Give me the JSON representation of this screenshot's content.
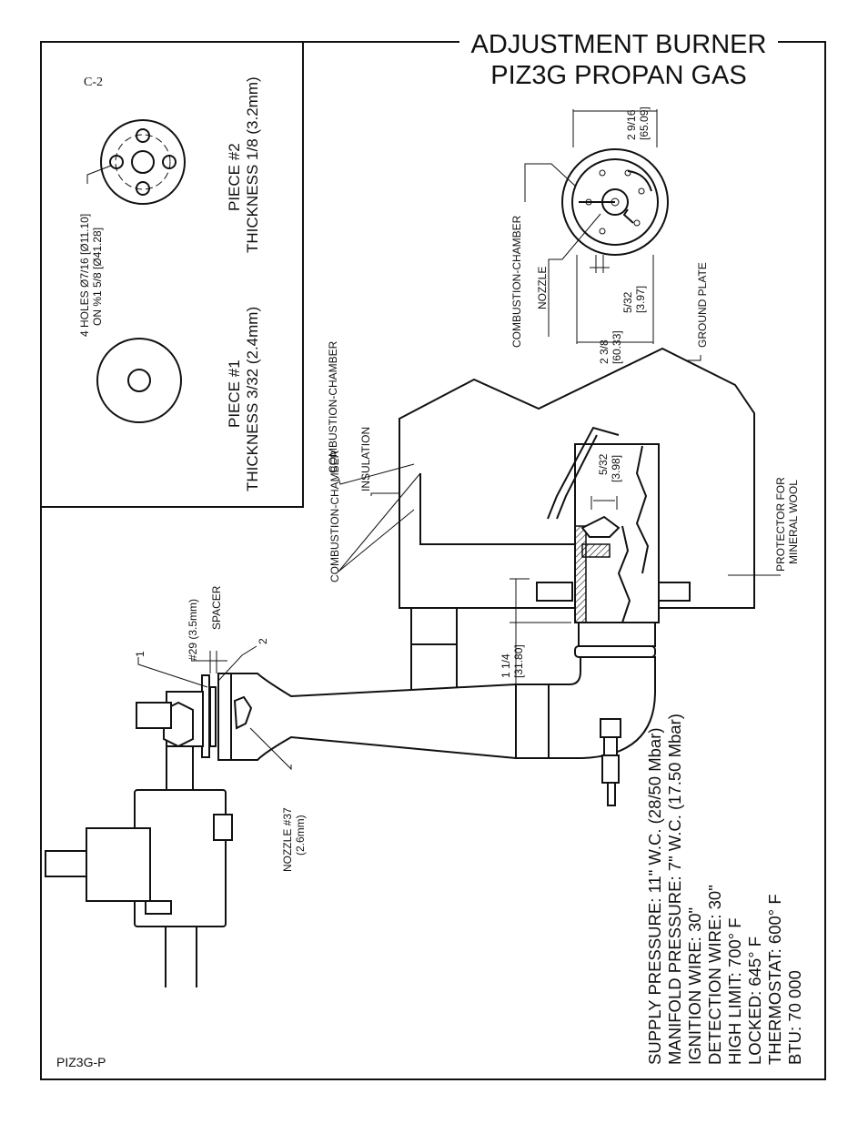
{
  "title": {
    "line1": "ADJUSTMENT BURNER",
    "line2": "PIZ3G PROPAN GAS"
  },
  "ref": "C-2",
  "model_code": "PIZ3G-P",
  "inset": {
    "holes_line1": "4 HOLES Ø7/16 [Ø11.10]",
    "holes_line2": "ON %1 5/8 [Ø41.28]",
    "piece2_line1": "PIECE #2",
    "piece2_line2": "THICKNESS 1/8 (3.2mm)",
    "piece1_line1": "PIECE #1",
    "piece1_line2": "THICKNESS 3/32 (2.4mm)"
  },
  "end_view": {
    "dim_top_1": "2 9/16",
    "dim_top_2": "[65.09]",
    "dim_bottom_1": "2 3/8",
    "dim_bottom_2": "[60.33]",
    "dim_nozzle_1": "5/32",
    "dim_nozzle_2": "[3.97]",
    "combustion_chamber": "COMBUSTION-CHAMBER",
    "nozzle": "NOZZLE",
    "ground_plate": "GROUND PLATE"
  },
  "main": {
    "combustion_chamber": "COMBUSTION-CHAMBER",
    "insulation": "INSULATION",
    "combustion_chamber_lower": "COMBUSTION-CHAMBER",
    "protector_1": "PROTECTOR FOR",
    "protector_2": "MINERAL WOOL",
    "gap_1": "5/32",
    "gap_2": "[3.98]",
    "depth_1": "1 1/4",
    "depth_2": "[31.80]",
    "spacer_size": "#29 (3.5mm)",
    "spacer": "SPACER",
    "callout_1": "1",
    "callout_2": "2",
    "nozzle_1": "NOZZLE #37",
    "nozzle_2": "(2.6mm)"
  },
  "specs": [
    "SUPPLY PRESSURE: 11\" W.C. (28/50 Mbar)",
    "MANIFOLD PRESSURE: 7\" W.C. (17.50 Mbar)",
    "IGNITION WIRE: 30\"",
    "DETECTION WIRE: 30\"",
    "HIGH LIMIT: 700° F",
    "LOCKED: 645° F",
    "THERMOSTAT: 600° F",
    "BTU: 70 000"
  ]
}
